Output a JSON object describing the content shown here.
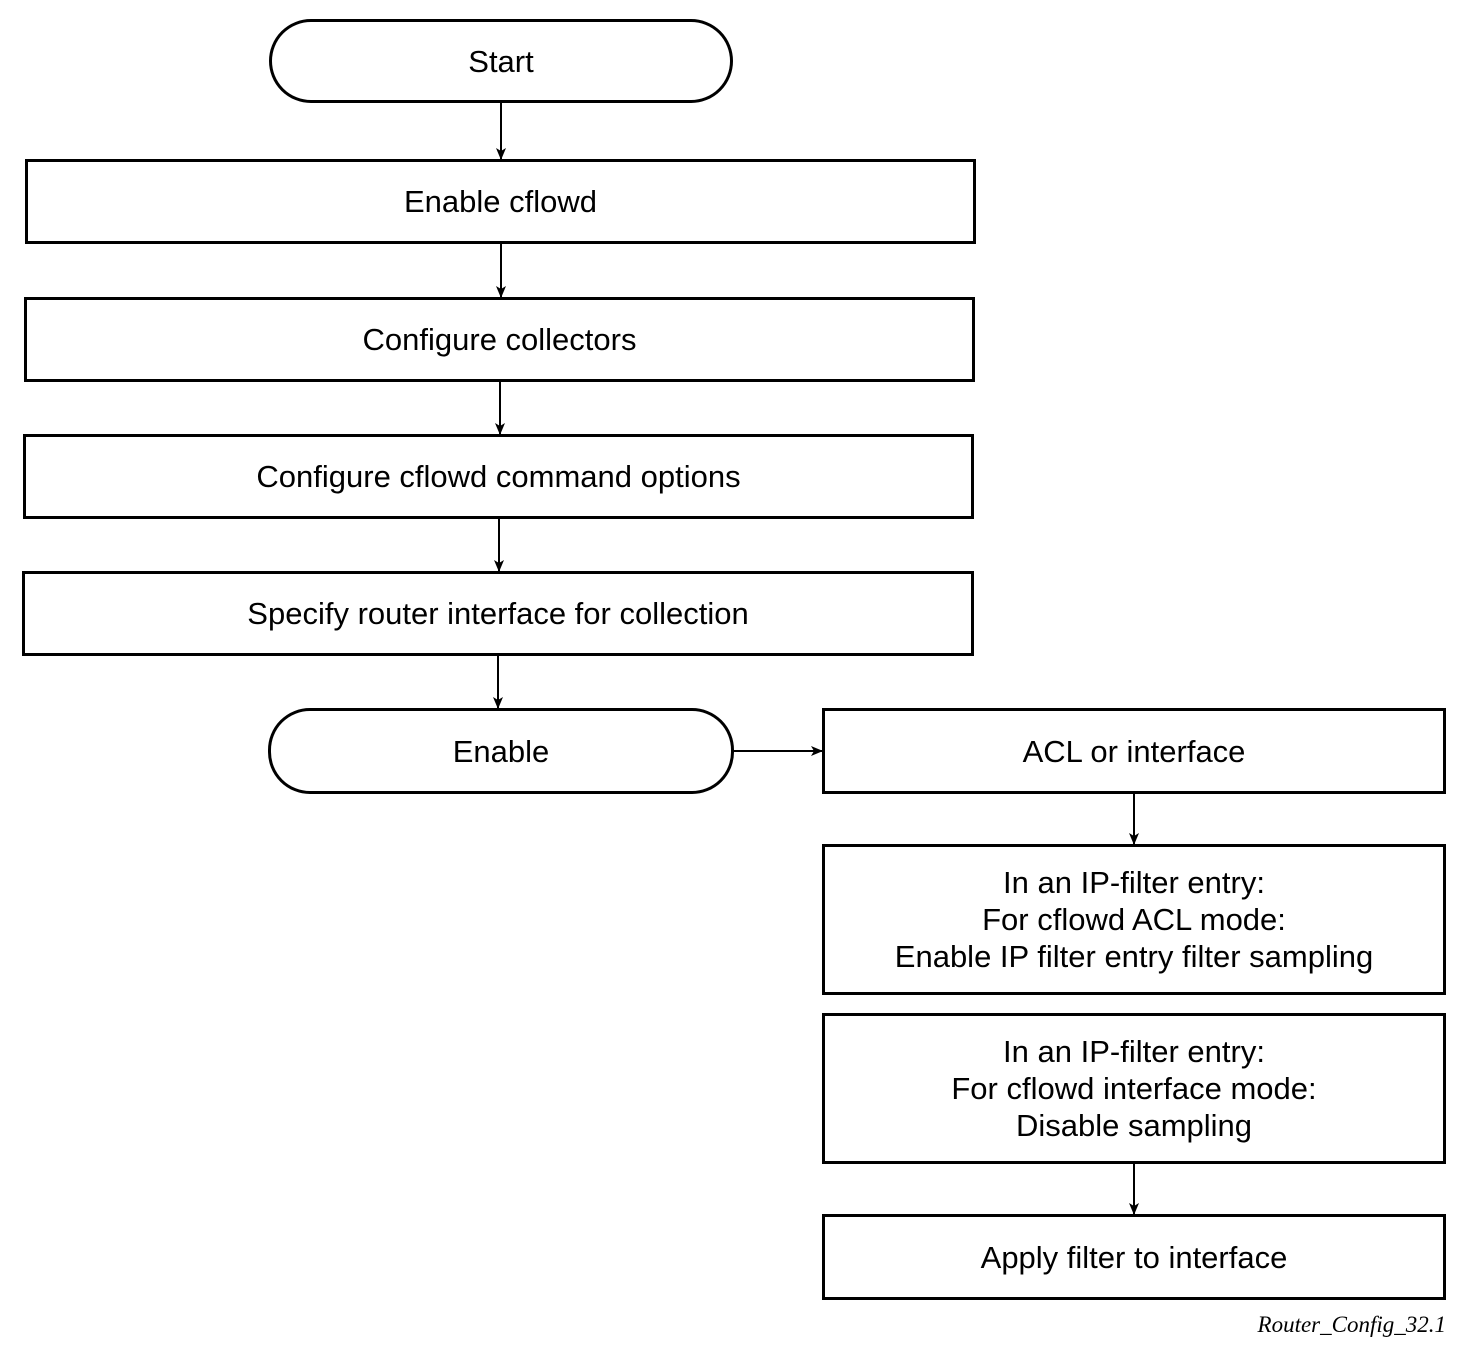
{
  "nodes": {
    "start": {
      "label": "Start"
    },
    "enable_cflowd": {
      "label": "Enable cflowd"
    },
    "configure_collectors": {
      "label": "Configure collectors"
    },
    "configure_options": {
      "label": "Configure cflowd command options"
    },
    "specify_interface": {
      "label": "Specify router interface for collection"
    },
    "enable": {
      "label": "Enable"
    },
    "acl_or_interface": {
      "label": "ACL or interface"
    },
    "acl_mode": {
      "label": "In an IP-filter entry:\nFor cflowd ACL mode:\nEnable IP filter entry filter sampling"
    },
    "interface_mode": {
      "label": "In an IP-filter entry:\nFor cflowd interface mode:\nDisable sampling"
    },
    "apply_filter": {
      "label": "Apply filter to interface"
    }
  },
  "caption": "Router_Config_32.1",
  "edges": [
    {
      "from": "start",
      "to": "enable_cflowd"
    },
    {
      "from": "enable_cflowd",
      "to": "configure_collectors"
    },
    {
      "from": "configure_collectors",
      "to": "configure_options"
    },
    {
      "from": "configure_options",
      "to": "specify_interface"
    },
    {
      "from": "specify_interface",
      "to": "enable"
    },
    {
      "from": "enable",
      "to": "acl_or_interface"
    },
    {
      "from": "acl_or_interface",
      "to": "acl_mode"
    },
    {
      "from": "interface_mode",
      "to": "apply_filter"
    }
  ]
}
